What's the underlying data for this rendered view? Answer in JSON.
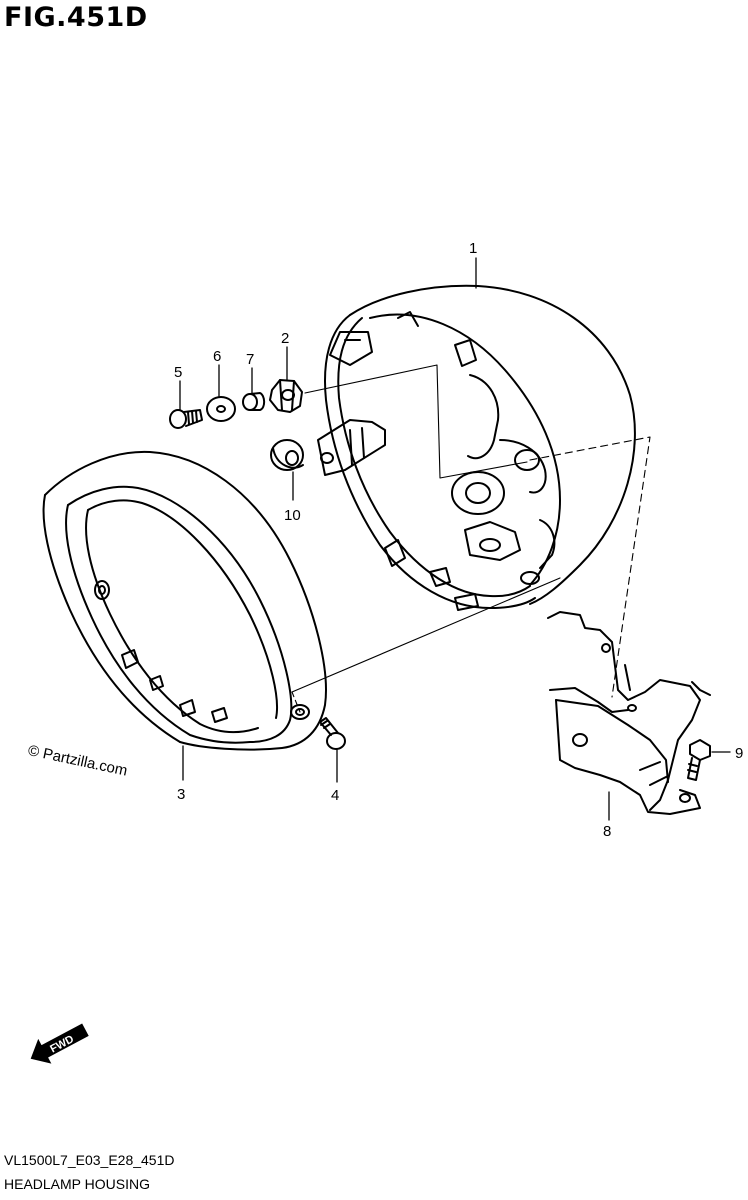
{
  "figure": {
    "title": "FIG.451D",
    "code": "VL1500L7_E03_E28_451D",
    "caption": "HEADLAMP HOUSING"
  },
  "callouts": [
    "1",
    "2",
    "3",
    "4",
    "5",
    "6",
    "7",
    "8",
    "9",
    "10"
  ],
  "watermark": "© Partzilla.com",
  "fwd_label": "FWD"
}
